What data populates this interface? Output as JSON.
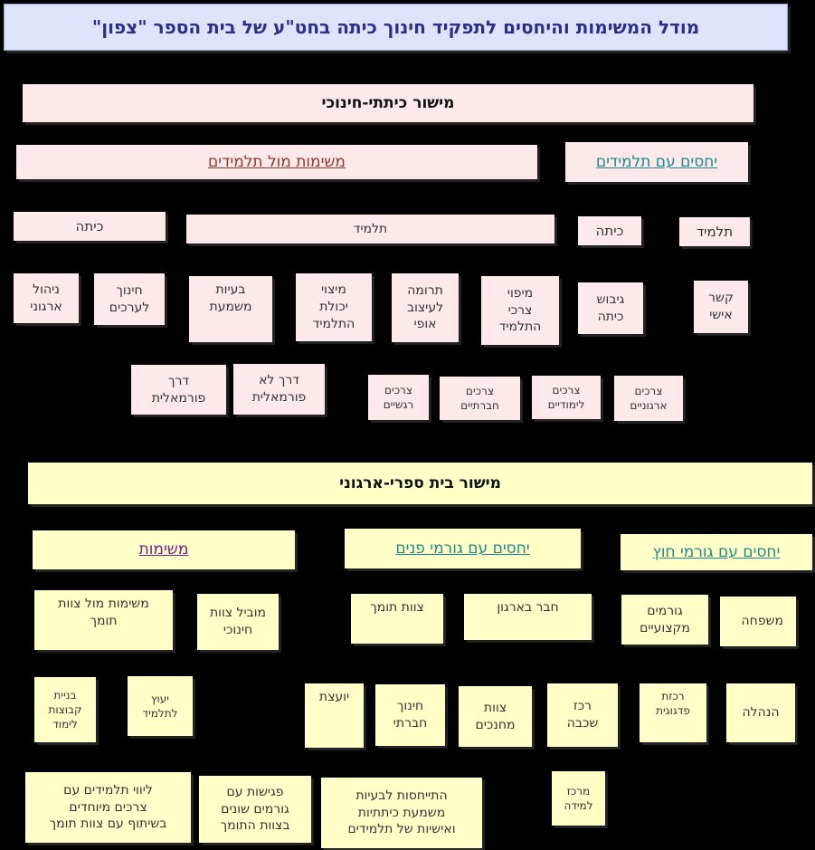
{
  "title": "מודל המשימות והיחסים לתפקיד חינוך כיתה בחט\"ע של בית הספר \"צפון\"",
  "classroom": {
    "level": "מישור כיתתי-חינוכי",
    "tasks_link": "משימות מול תלמידים",
    "relations_link": "יחסים עם תלמידים",
    "kita_left": "כיתה",
    "talmid_center": "תלמיד",
    "kita_right": "כיתה",
    "talmid_right": "תלמיד",
    "nihul_irguni": "ניהול\nארגוני",
    "chinuch_laarachim": "חינוך\nלערכים",
    "beayot_mishmaat": "בעיות\nמשמעת",
    "mitzui_yecholet": "מיצוי\nיכולת\nהתלמיד",
    "truma_leitzuv": "תרומה\nלעיצוב\nאופי",
    "mipui_tzorchei": "מיפוי\nצרכי\nהתלמיד",
    "gibush_kita": "גיבוש\nכיתה",
    "kesher_ishi": "קשר\nאישי",
    "derech_formalit": "דרך\nפורמאלית",
    "derech_lo_formalit": "דרך לא\nפורמאלית",
    "tzrachim_rigshiyim": "צרכים\nרגשיים",
    "tzrachim_chevratiyim": "צרכים\nחברתיים",
    "tzrachim_limudiyim": "צרכים\nלימודיים",
    "tzrachim_irguniyim": "צרכים\nארגוניים"
  },
  "school": {
    "level": "מישור בית ספרי-ארגוני",
    "tasks_link": "משימות",
    "internal_link": "יחסים עם גורמי פנים",
    "external_link": "יחסים עם גורמי חוץ",
    "mishimot_mul_tzevet": "משימות מול צוות\nתומך",
    "moviel_tzevet": "מוביל צוות\nחינוכי",
    "tzevet_tomech": "צוות תומך",
    "chaver_bairgun": "חבר בארגון",
    "gormim_miktzoiim": "גורמים\nמקצועיים",
    "mishpacha": "משפחה",
    "bniyat_kvutzot": "בניית\nקבוצות\nלימוד",
    "yeutz_latalmid": "יעוץ\nלתלמיד",
    "yoetzet": "יועצת",
    "chinuch_chevrati": "חינוך\nחברתי",
    "tzevet_mechanchim": "צוות\nמחנכים",
    "rakaz_shichva": "רכז\nשכבה",
    "rakazut_pedagogit": "רכזת\nפדגוגית",
    "hanhala": "הנהלה",
    "livui_talmidim": "ליווי תלמידים עם\nצרכים מיוחדים\nבשיתוף עם צוות תומך",
    "pgishot_gormim": "פגישות עם\nגורמים שונים\nבצוות התומך",
    "hityachasut": "התייחסות לבעיות\nמשמעת כיתתיות\nואישיות של תלמידים",
    "merkaz_lemida": "מרכז\nלמידה"
  }
}
